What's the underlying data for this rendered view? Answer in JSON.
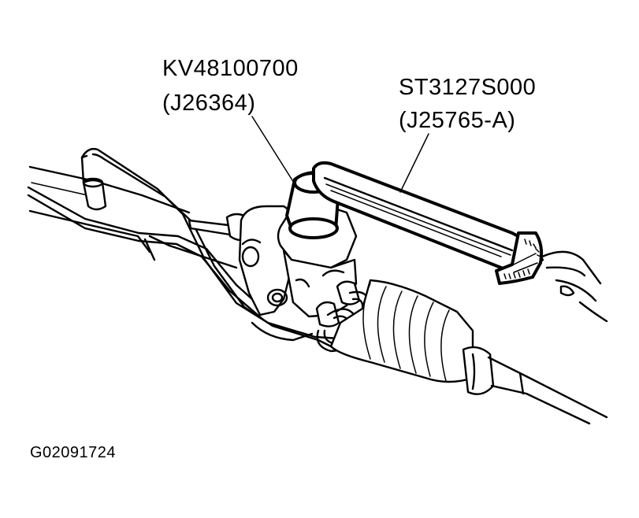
{
  "labels": {
    "tool_1_part": "KV48100700",
    "tool_1_alt": "(J26364)",
    "tool_2_part": "ST3127S000",
    "tool_2_alt": "(J25765-A)",
    "figure_id": "G02091724"
  },
  "colors": {
    "ink": "#000000",
    "background": "#ffffff"
  }
}
